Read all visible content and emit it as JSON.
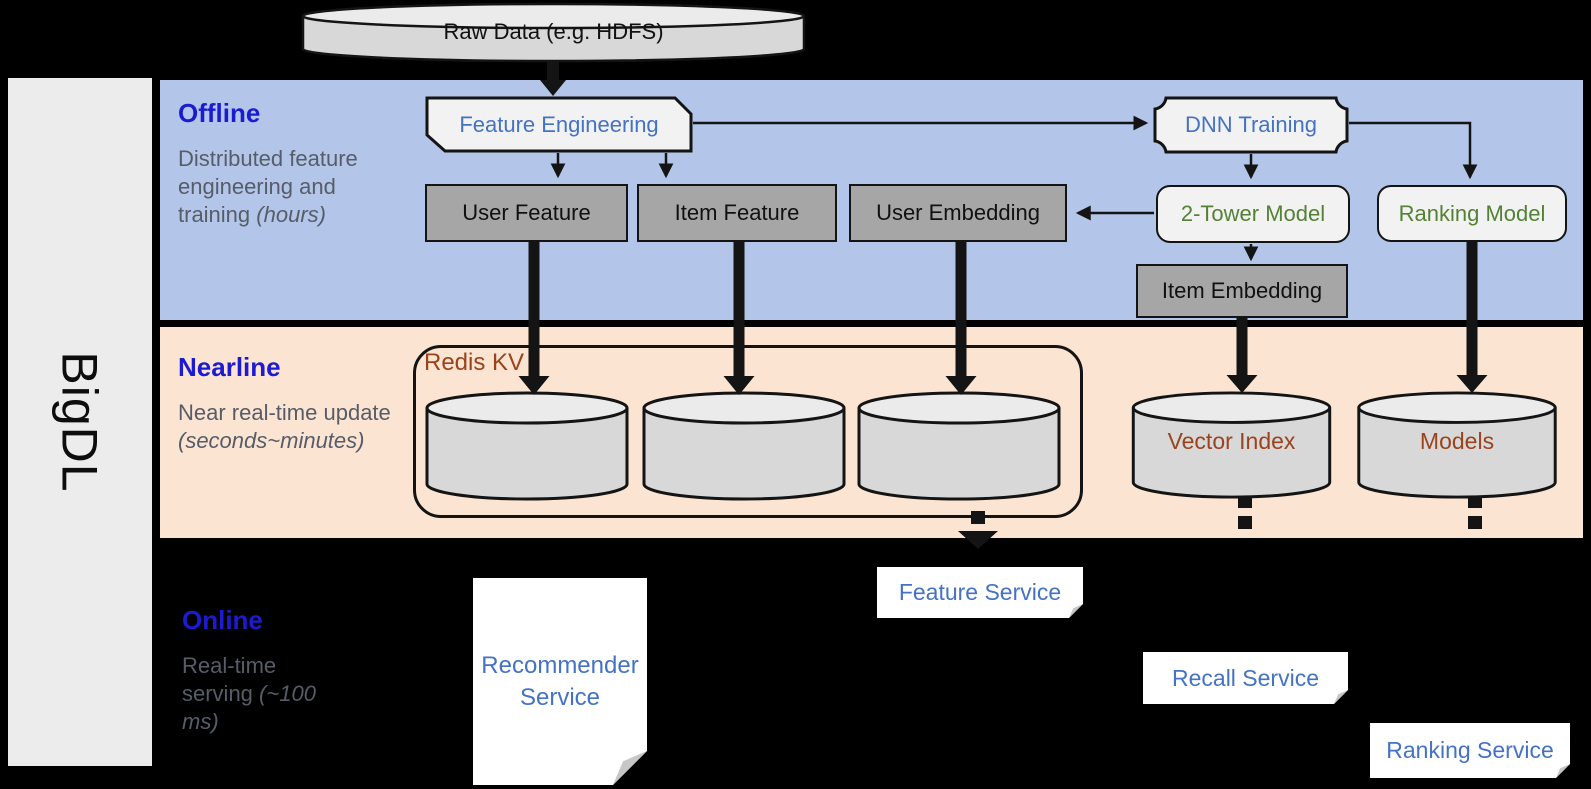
{
  "brand": {
    "name": "BigDL"
  },
  "pipeline": {
    "raw_data_label": "Raw Data (e.g. HDFS)"
  },
  "sections": {
    "offline": {
      "title": "Offline",
      "desc": "Distributed feature engineering and training",
      "desc_note": "(hours)"
    },
    "nearline": {
      "title": "Nearline",
      "desc": "Near real-time update",
      "desc_note": "(seconds~minutes)"
    },
    "online": {
      "title": "Online",
      "desc": "Real-time serving",
      "desc_note": "(~100 ms)"
    }
  },
  "offline_nodes": {
    "feature_engineering": "Feature Engineering",
    "dnn_training": "DNN Training",
    "user_feature": "User Feature",
    "item_feature": "Item Feature",
    "user_embedding": "User Embedding",
    "item_embedding": "Item Embedding",
    "two_tower_model": "2-Tower Model",
    "ranking_model": "Ranking Model"
  },
  "nearline_nodes": {
    "redis_kv": "Redis KV",
    "vector_index": "Vector Index",
    "models": "Models"
  },
  "online_services": {
    "recommender_service": "Recommender Service",
    "feature_service": "Feature Service",
    "recall_service": "Recall Service",
    "ranking_service": "Ranking Service"
  },
  "colors": {
    "heading_blue": "#1b1bd1",
    "body_gray": "#565d68",
    "node_blue": "#4472c4",
    "node_green": "#538135",
    "storage_brown": "#9a431c",
    "band_blue": "#b3c6e9",
    "band_peach": "#fbe4d2",
    "box_gray": "#a6a6a6",
    "box_light": "#f2f2f2",
    "cyl_body": "#d8d8d8",
    "cyl_top": "#ebebeb",
    "rail_gray": "#ececec",
    "line_black": "#141414",
    "doc_white": "#ffffff"
  }
}
